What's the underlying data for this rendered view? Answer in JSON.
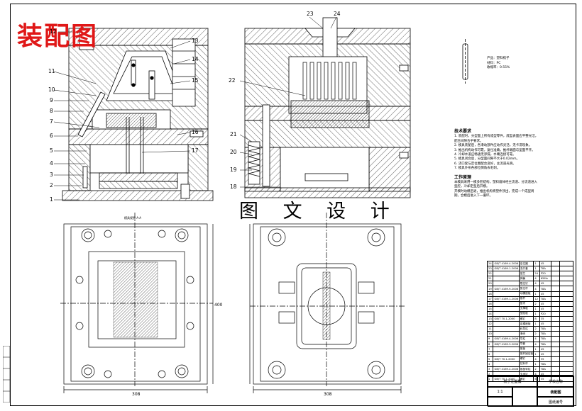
{
  "stamp": "装配图",
  "center_title": "图 文 设 计",
  "part_labels": [
    "1",
    "2",
    "3",
    "4",
    "5",
    "6",
    "7",
    "8",
    "9",
    "10",
    "11",
    "12",
    "13",
    "14",
    "15",
    "16",
    "17",
    "18",
    "19",
    "20",
    "21",
    "22",
    "23",
    "24"
  ],
  "view_caption": "模具视图 A-A",
  "dims": {
    "width_left": "308",
    "width_right": "308",
    "height": "400"
  },
  "material": {
    "line1": "产品：塑料梳子",
    "line2": "材料：PC",
    "line3": "收缩率：0.55%"
  },
  "tech_requirements": {
    "heading": "技术要求",
    "lines": [
      "1. 装配时，分型面上所有成型零件，成型表面应平整光洁，配合间隙合乎要求。",
      "2. 模具装配后，各滑动部件应动作灵活，无卡滞现象。",
      "3. 推出机构动作可靠，复位准确，推杆端面与型面平齐。",
      "4. 冷却水道应畅通无渗漏，水嘴连接可靠。",
      "5. 模具闭合后，分型面间隙不大于0.02mm。",
      "6. 浇口套与定位圈配合良好，主流道光滑。",
      "7. 模具外形各部位倒角去毛刺。"
    ],
    "heading2": "工作原理",
    "lines2": [
      "本模具采用一模多腔结构，塑料熔体经主流道、分流道进入型腔，冷却定型后开模。",
      "开模时动模后退，推出机构将塑件顶出，完成一个成型周期，合模后进入下一循环。"
    ]
  },
  "bom_rows": [
    [
      "24",
      "GB/T 4169.4-2006",
      "定位圈",
      "1",
      "45",
      "",
      ""
    ],
    [
      "23",
      "GB/T 4169.1-2006",
      "浇口套",
      "1",
      "T8A",
      "",
      ""
    ],
    [
      "22",
      "",
      "型芯",
      "24",
      "P20",
      "",
      ""
    ],
    [
      "21",
      "",
      "弹簧",
      "4",
      "65Mn",
      "",
      ""
    ],
    [
      "20",
      "",
      "限位钉",
      "4",
      "45",
      "",
      ""
    ],
    [
      "19",
      "GB/T 4169.9-2006",
      "复位杆",
      "4",
      "T8A",
      "",
      ""
    ],
    [
      "18",
      "",
      "动模座板",
      "1",
      "45",
      "",
      ""
    ],
    [
      "17",
      "GB/T 4169.1-2006",
      "推杆",
      "12",
      "T8A",
      "",
      ""
    ],
    [
      "16",
      "",
      "垫块",
      "2",
      "45",
      "",
      ""
    ],
    [
      "15",
      "",
      "支撑板",
      "1",
      "45",
      "",
      ""
    ],
    [
      "14",
      "",
      "型腔板",
      "1",
      "P20",
      "",
      ""
    ],
    [
      "13",
      "GB/T 70.1-2000",
      "螺钉",
      "8",
      "35",
      "",
      ""
    ],
    [
      "12",
      "",
      "定模座板",
      "1",
      "45",
      "",
      ""
    ],
    [
      "11",
      "",
      "斜导柱",
      "2",
      "T8A",
      "",
      ""
    ],
    [
      "10",
      "",
      "滑块",
      "2",
      "T8A",
      "",
      ""
    ],
    [
      "9",
      "GB/T 4169.4-2006",
      "导柱",
      "4",
      "T8A",
      "",
      ""
    ],
    [
      "8",
      "GB/T 4169.3-2006",
      "导套",
      "4",
      "T8A",
      "",
      ""
    ],
    [
      "7",
      "",
      "推板",
      "1",
      "45",
      "",
      ""
    ],
    [
      "6",
      "",
      "推杆固定板",
      "1",
      "45",
      "",
      ""
    ],
    [
      "5",
      "GB/T 70.1-2000",
      "螺钉",
      "4",
      "35",
      "",
      ""
    ],
    [
      "4",
      "",
      "拉料杆",
      "1",
      "T8A",
      "",
      ""
    ],
    [
      "3",
      "GB/T 4169.2-2006",
      "推板导柱",
      "2",
      "T8A",
      "",
      ""
    ],
    [
      "2",
      "",
      "支承钉",
      "4",
      "45",
      "",
      ""
    ],
    [
      "1",
      "GB/T 70.1-2000",
      "螺钉",
      "6",
      "35",
      "",
      ""
    ]
  ],
  "title_block": {
    "name": "梳子注塑模",
    "school": "学校名称",
    "scale": "1:1",
    "sheet": "装配图",
    "drawing_no": "图纸编号"
  }
}
